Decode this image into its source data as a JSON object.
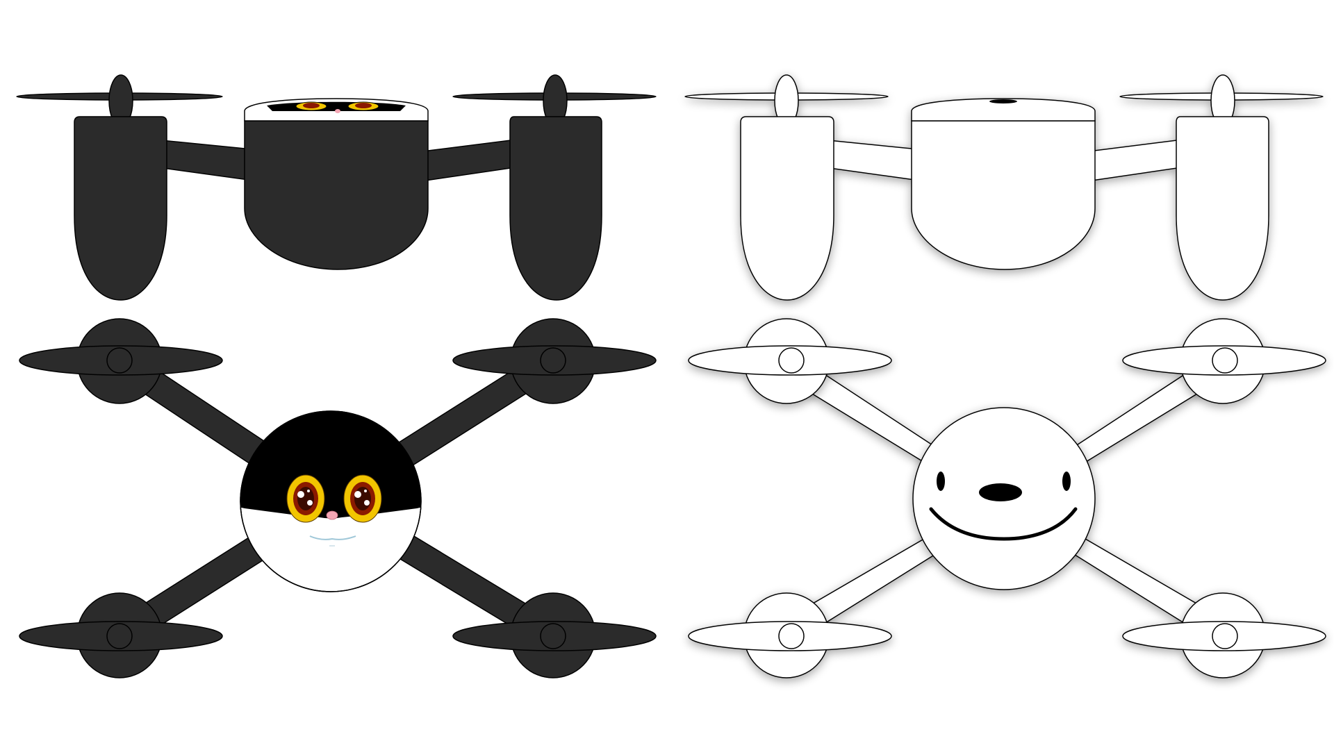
{
  "illustration": {
    "panels": [
      {
        "name": "dark-drone-variant",
        "palette": {
          "body": "#2b2b2b",
          "outline": "#000000",
          "face_cap": "#000000",
          "face_lower": "#ffffff",
          "eye_ring": "#f2c500",
          "iris": "#8b1a00",
          "nose": "#f4a6b4",
          "mouth": "#9fc7d8"
        },
        "views": [
          "side-view",
          "top-view"
        ],
        "face": "cat-face"
      },
      {
        "name": "white-drone-variant",
        "palette": {
          "body": "#ffffff",
          "outline": "#000000",
          "shadow": "#c8c8c8",
          "features": "#000000"
        },
        "views": [
          "side-view",
          "top-view"
        ],
        "face": "smiley-face"
      }
    ]
  }
}
